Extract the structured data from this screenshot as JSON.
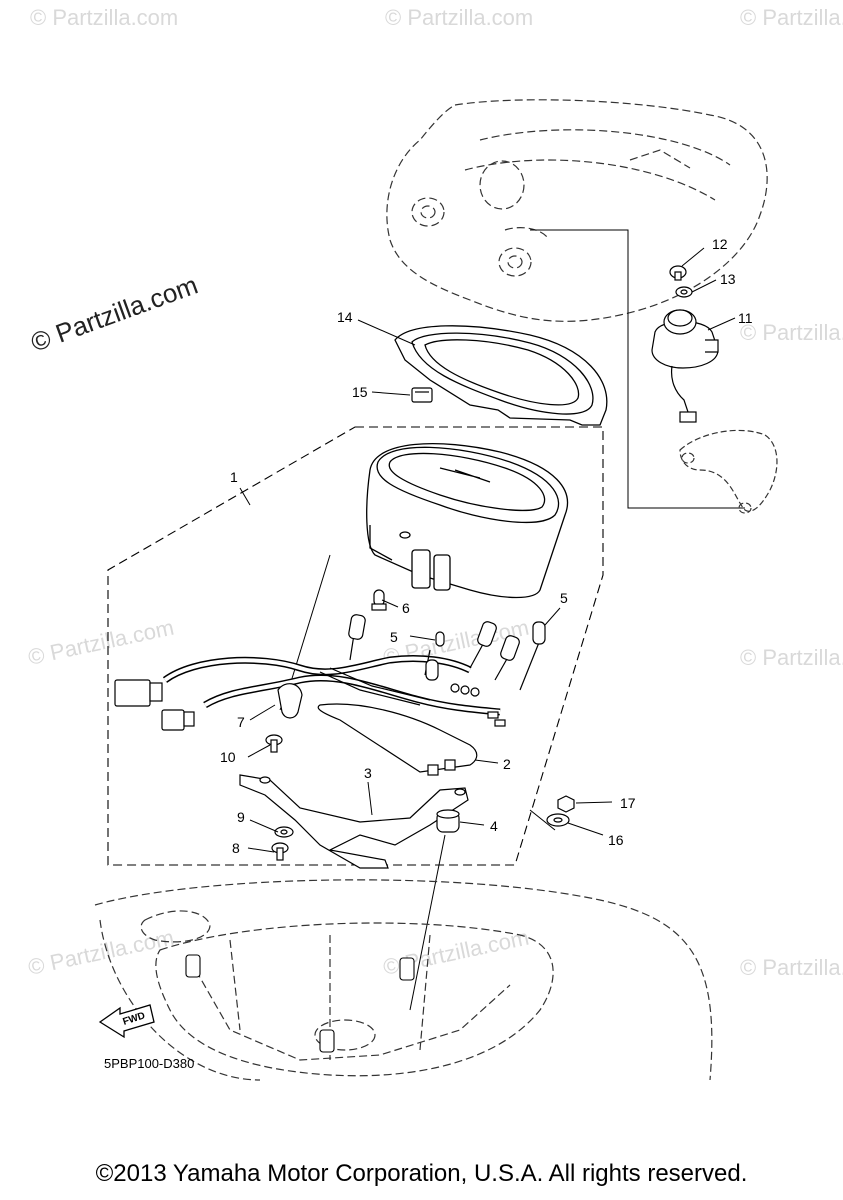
{
  "watermarks": {
    "main": "© Partzilla.com",
    "faint": "© Partzilla.com"
  },
  "callouts": {
    "c1": "1",
    "c2": "2",
    "c3": "3",
    "c4": "4",
    "c5a": "5",
    "c5b": "5",
    "c6": "6",
    "c7": "7",
    "c8": "8",
    "c9": "9",
    "c10": "10",
    "c11": "11",
    "c12": "12",
    "c13": "13",
    "c14": "14",
    "c15": "15",
    "c16": "16",
    "c17": "17"
  },
  "fwd_label": "FWD",
  "diagram_code": "5PBP100-D380",
  "copyright": "©2013 Yamaha Motor Corporation, U.S.A. All rights reserved."
}
